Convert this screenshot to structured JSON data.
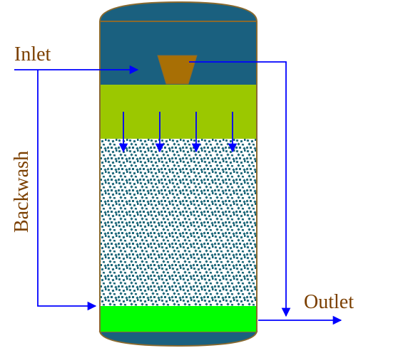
{
  "labels": {
    "inlet": "Inlet",
    "backwash": "Backwash",
    "outlet": "Outlet"
  },
  "colors": {
    "vessel_water": "#1a607f",
    "vessel_outline": "#8b6a2e",
    "distributor_cone": "#a86f05",
    "upper_layer": "#9bc800",
    "filter_media_background": "#ffffff",
    "filter_media_granules": "#1b6678",
    "bottom_layer": "#00ff00",
    "flow_arrows": "#0000ff",
    "label_text": "#7b3f00"
  }
}
